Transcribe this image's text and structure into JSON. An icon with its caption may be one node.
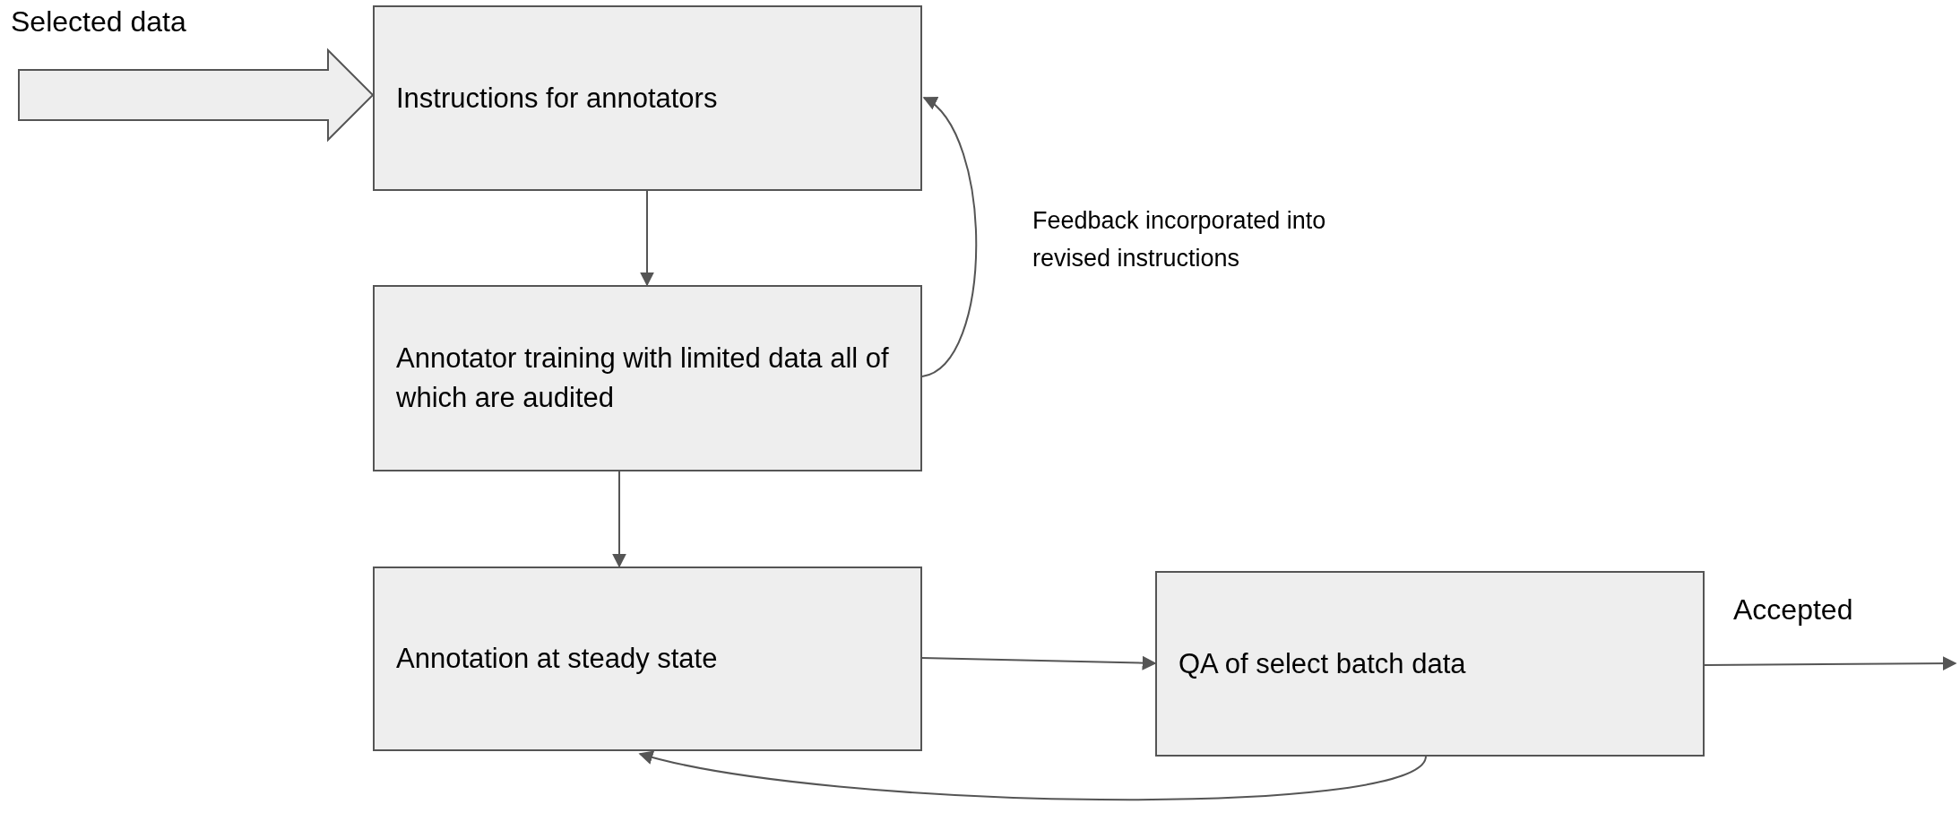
{
  "diagram": {
    "nodes": [
      {
        "text": [
          "Instructions for annotators"
        ]
      },
      {
        "text": [
          "Annotator training with limited data all of which are audited"
        ]
      },
      {
        "text": [
          "Annotation at steady state"
        ]
      },
      {
        "text": [
          "QA of select batch data"
        ]
      }
    ],
    "edges": [
      {
        "from": null,
        "to": 0,
        "arrow": "to",
        "label": "Selected data",
        "style": "thick"
      },
      {
        "from": 0,
        "to": 1,
        "arrow": "to"
      },
      {
        "from": 1,
        "to": 2,
        "arrow": "to"
      },
      {
        "from": 1,
        "to": 0,
        "arrow": "to",
        "label": "Feedback incorporated into revised instructions"
      },
      {
        "from": 2,
        "to": 3,
        "arrow": "to"
      },
      {
        "from": 3,
        "to": 2,
        "arrow": "to"
      },
      {
        "from": 3,
        "to": null,
        "arrow": "to",
        "label": "Accepted"
      }
    ]
  }
}
